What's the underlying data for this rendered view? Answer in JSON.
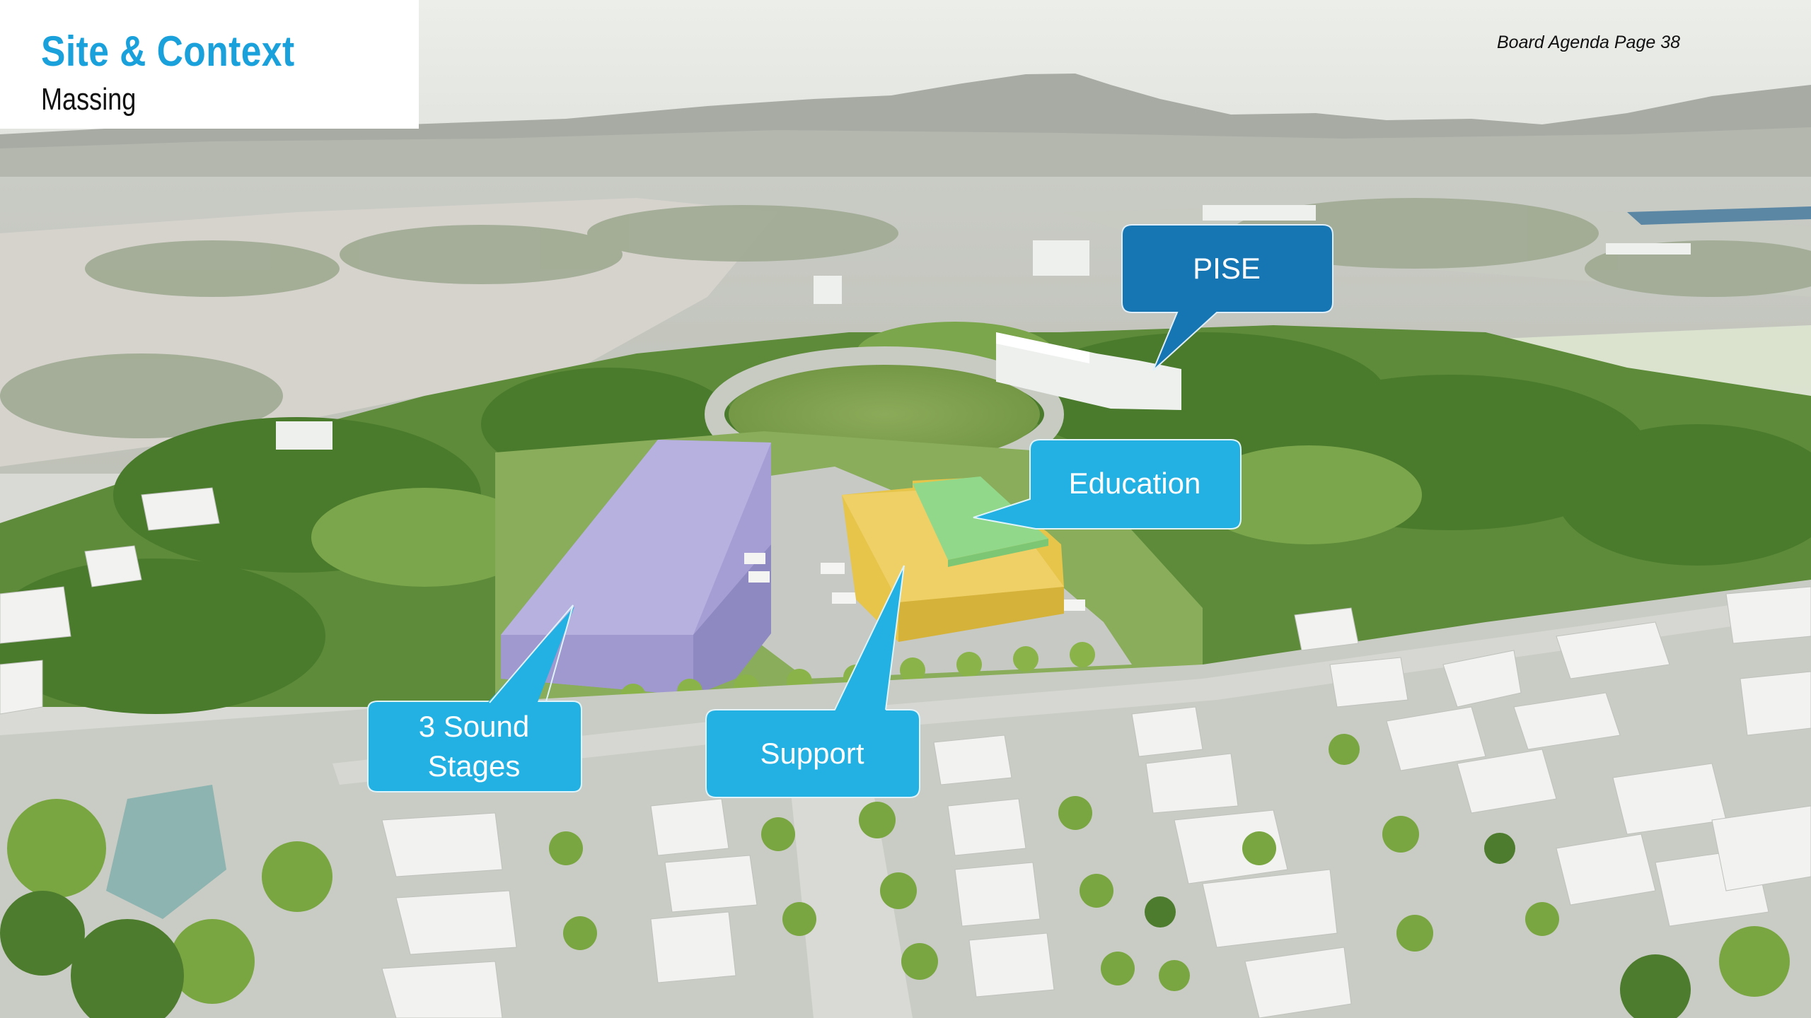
{
  "header": {
    "title": "Site & Context",
    "subtitle": "Massing"
  },
  "page_reference": "Board Agenda Page 38",
  "callouts": {
    "pise": "PISE",
    "education": "Education",
    "sound_stages": "3 Sound\nStages",
    "support": "Support"
  },
  "colors": {
    "title_accent": "#1aa1dc",
    "callout_dark": "#1676b4",
    "callout_light": "#22b1e2",
    "sound_stage_mass": "#a49ed4",
    "support_mass": "#e6c54a",
    "education_mass": "#92d88a"
  },
  "icons": [
    "speech-bubble-callout"
  ]
}
